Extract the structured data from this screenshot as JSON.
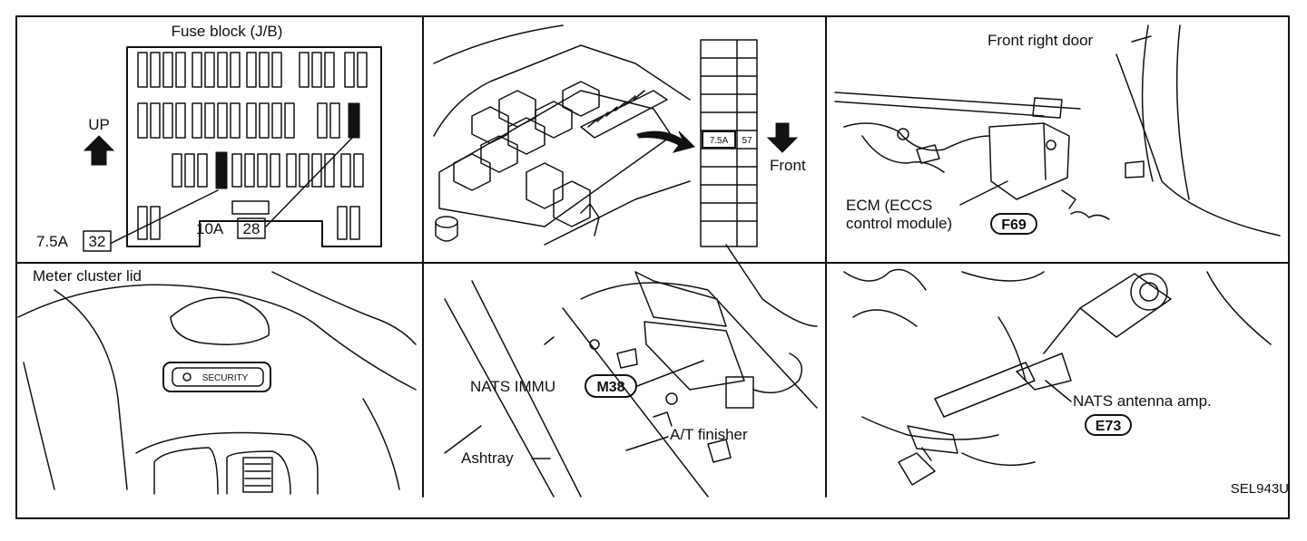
{
  "panels": {
    "fuse_block": {
      "title": "Fuse block (J/B)",
      "up_label": "UP",
      "fuse_left": {
        "rating": "7.5A",
        "number": "32"
      },
      "fuse_right": {
        "rating": "10A",
        "number": "28"
      }
    },
    "engine_bay": {
      "fuse_rating": "7.5A",
      "fuse_number": "57",
      "direction_label": "Front"
    },
    "ecm": {
      "door_label": "Front right door",
      "ecm_label_line1": "ECM (ECCS",
      "ecm_label_line2": "control module)",
      "connector": "F69"
    },
    "meter_cluster": {
      "title": "Meter cluster lid",
      "security_indicator": "SECURITY"
    },
    "nats_immu": {
      "immu_label": "NATS IMMU",
      "connector": "M38",
      "finisher_label": "A/T finisher",
      "ashtray_label": "Ashtray"
    },
    "antenna": {
      "antenna_label": "NATS antenna amp.",
      "connector": "E73"
    }
  },
  "figure_code": "SEL943U"
}
